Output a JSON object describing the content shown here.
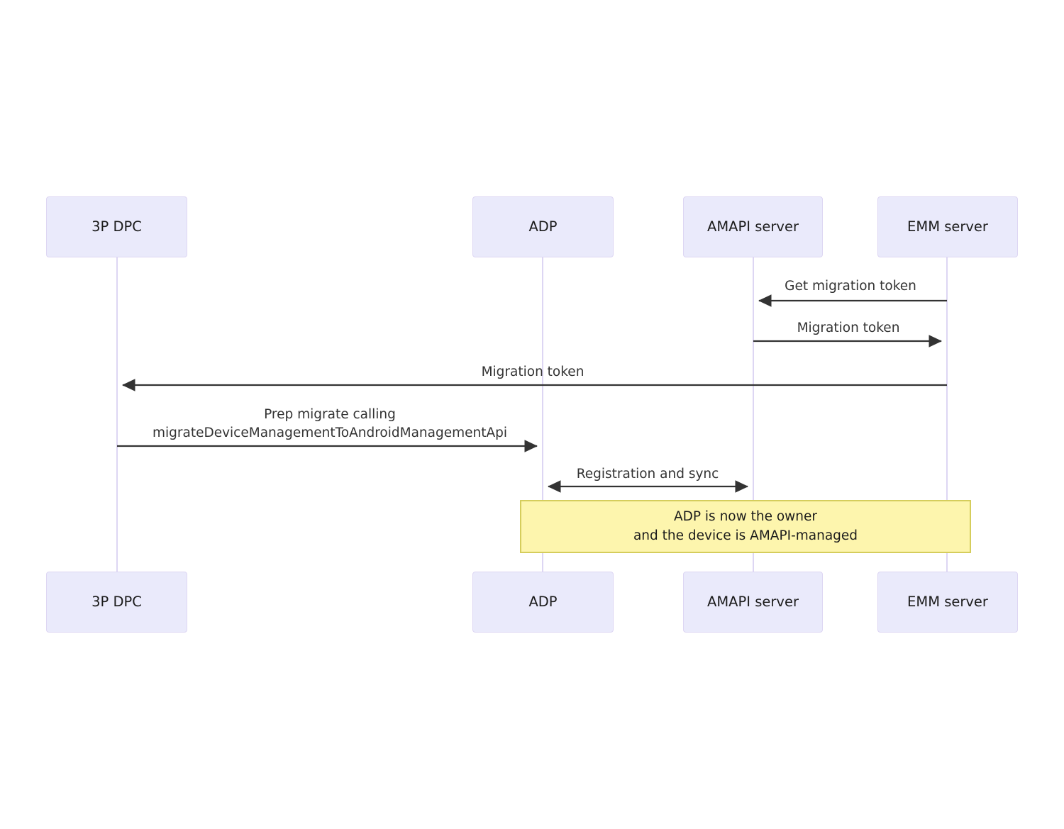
{
  "diagram": {
    "type": "sequence-diagram",
    "background_color": "#ffffff",
    "participant_fill": "#eaeafb",
    "participant_border": "#ddd6f3",
    "lifeline_color": "#ddd6f3",
    "arrow_color": "#333333",
    "note_fill": "#fdf5ad",
    "note_border": "#d5cd5c",
    "participants": [
      {
        "id": "dpc",
        "label": "3P DPC"
      },
      {
        "id": "adp",
        "label": "ADP"
      },
      {
        "id": "amapi",
        "label": "AMAPI server"
      },
      {
        "id": "emm",
        "label": "EMM server"
      }
    ],
    "messages": [
      {
        "id": "m1",
        "label": "Get migration token",
        "from": "EMM server",
        "to": "AMAPI server",
        "direction": "left",
        "arrowheads": "single"
      },
      {
        "id": "m2",
        "label": "Migration token",
        "from": "AMAPI server",
        "to": "EMM server",
        "direction": "right",
        "arrowheads": "single"
      },
      {
        "id": "m3",
        "label": "Migration token",
        "from": "EMM server",
        "to": "3P DPC",
        "direction": "left",
        "arrowheads": "single"
      },
      {
        "id": "m4",
        "label_line1": "Prep migrate calling",
        "label_line2": "migrateDeviceManagementToAndroidManagementApi",
        "from": "3P DPC",
        "to": "ADP",
        "direction": "right",
        "arrowheads": "single"
      },
      {
        "id": "m5",
        "label": "Registration and sync",
        "from": "ADP",
        "to": "AMAPI server",
        "direction": "both",
        "arrowheads": "double"
      }
    ],
    "note": {
      "line1": "ADP is now the owner",
      "line2": "and the device is AMAPI-managed",
      "spans_from": "ADP",
      "spans_to": "EMM server"
    }
  }
}
